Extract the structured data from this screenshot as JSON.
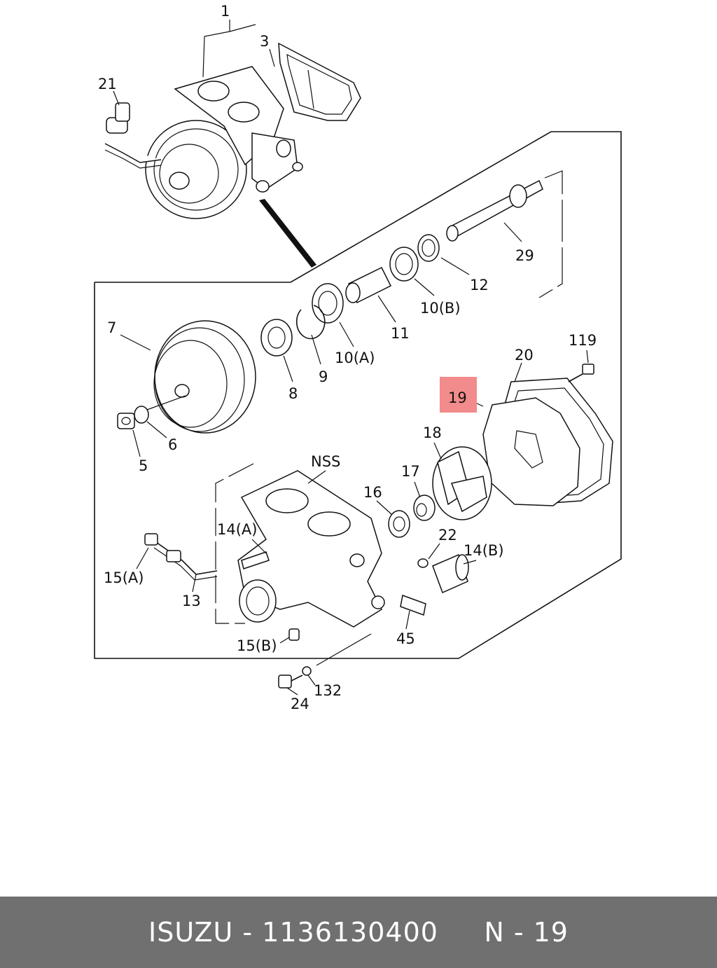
{
  "labels": {
    "p1": "1",
    "p3": "3",
    "p21": "21",
    "p29": "29",
    "p12": "12",
    "p10b": "10(B)",
    "p11": "11",
    "p7": "7",
    "p10a": "10(A)",
    "p9": "9",
    "p8": "8",
    "p6": "6",
    "p5": "5",
    "p119": "119",
    "p20": "20",
    "p19": "19",
    "p18": "18",
    "pnss": "NSS",
    "p17": "17",
    "p16": "16",
    "p14a": "14(A)",
    "p22": "22",
    "p14b": "14(B)",
    "p15a": "15(A)",
    "p13": "13",
    "p45": "45",
    "p15b": "15(B)",
    "p132": "132",
    "p24": "24"
  },
  "highlight": {
    "part": "19",
    "color": "#f28b8b"
  },
  "footer": {
    "brand": "ISUZU",
    "part_number": "1136130400",
    "ref": "N - 19",
    "text": "ISUZU - 1136130400     N - 19",
    "background": "#707070",
    "text_color": "#ffffff"
  }
}
